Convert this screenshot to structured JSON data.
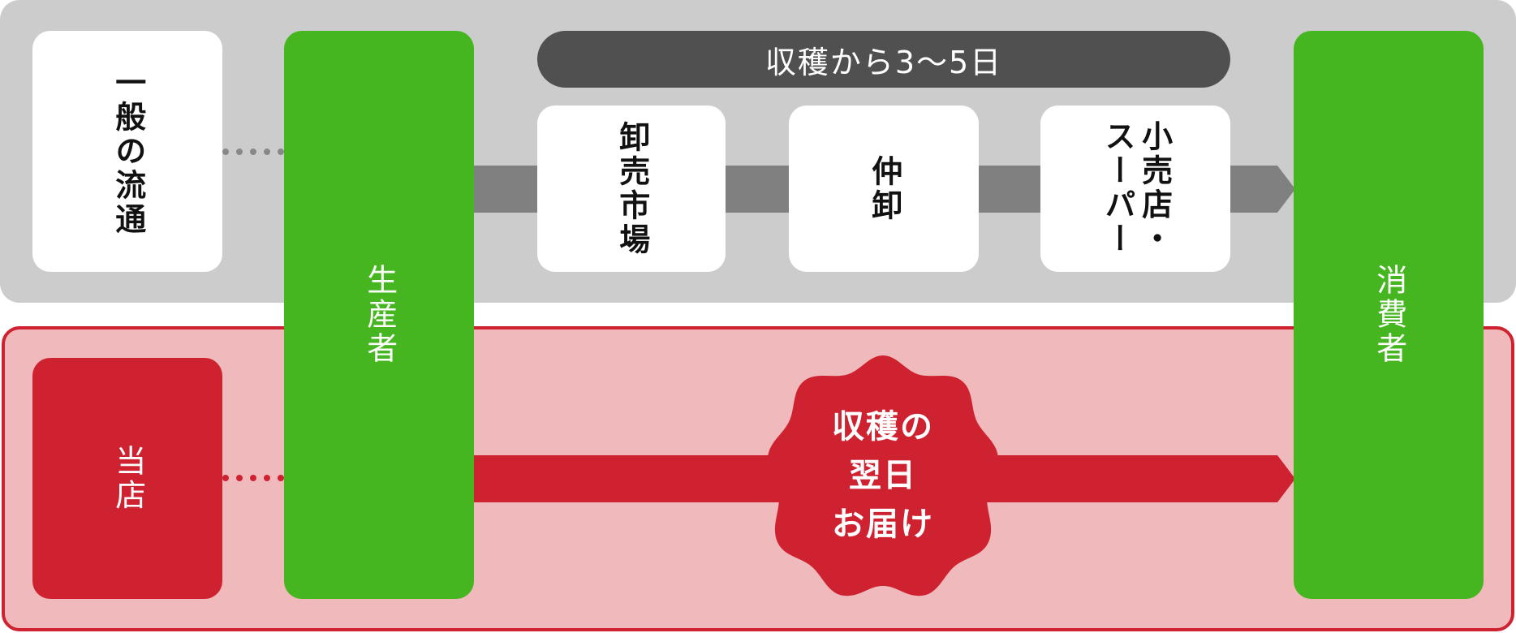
{
  "colors": {
    "general_panel": "#cccccc",
    "store_panel_fill": "#f0b9bc",
    "store_panel_border": "#cf2231",
    "green": "#45b520",
    "red": "#cf2231",
    "grey_arrow": "#808080",
    "pill": "#505050"
  },
  "general_route": {
    "label": "一般の流通",
    "duration_label": "収穫から3〜5日",
    "steps": [
      {
        "label": "卸売市場"
      },
      {
        "label": "仲卸"
      },
      {
        "label": "小売店・スーパー"
      }
    ]
  },
  "store_route": {
    "label": "当店",
    "badge": {
      "lines": [
        "収穫の",
        "翌日",
        "お届け"
      ]
    }
  },
  "producer": {
    "label": "生産者"
  },
  "consumer": {
    "label": "消費者"
  }
}
